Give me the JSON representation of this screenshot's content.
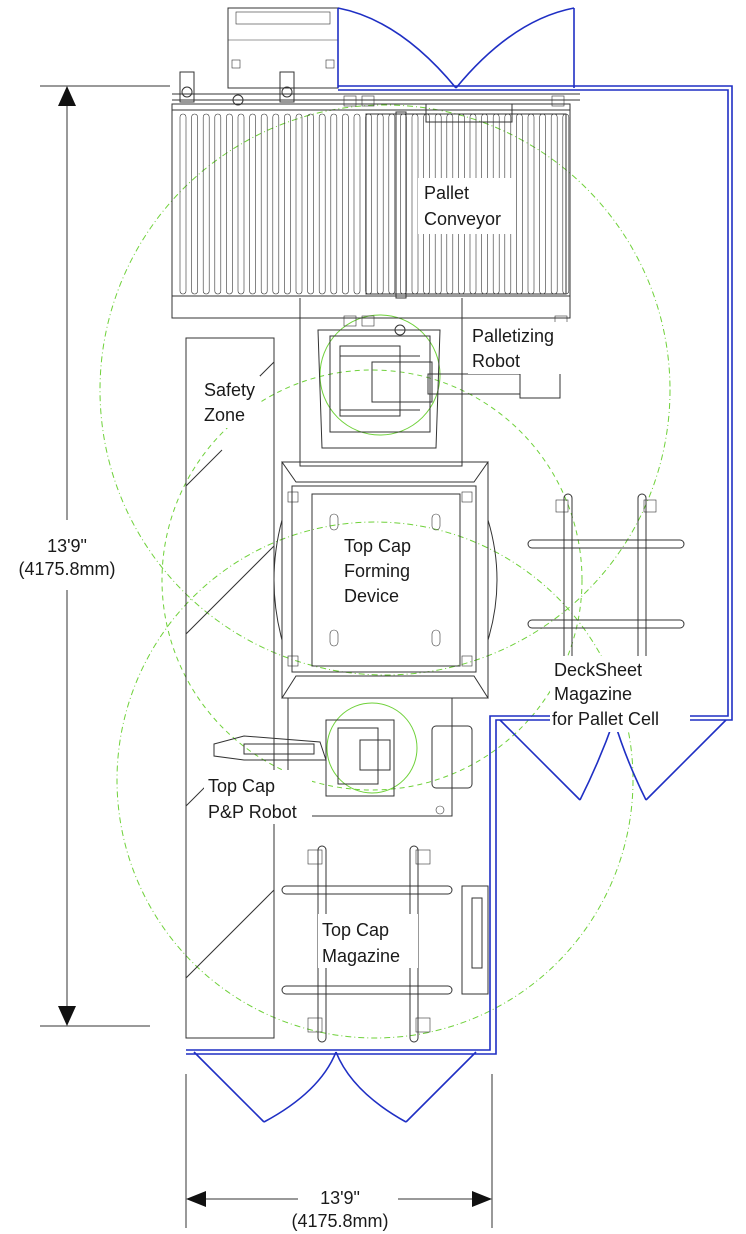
{
  "labels": {
    "pallet_conveyor": [
      "Pallet",
      "Conveyor"
    ],
    "palletizing_robot": [
      "Palletizing",
      "Robot"
    ],
    "safety_zone": [
      "Safety",
      "Zone"
    ],
    "top_cap_forming_device": [
      "Top Cap",
      "Forming",
      "Device"
    ],
    "decksheet_magazine": [
      "DeckSheet",
      "Magazine",
      "for Pallet Cell"
    ],
    "top_cap_pp_robot": [
      "Top Cap",
      "P&P Robot"
    ],
    "top_cap_magazine": [
      "Top Cap",
      "Magazine"
    ]
  },
  "dimensions": {
    "height": {
      "imperial": "13'9\"",
      "metric": "(4175.8mm)"
    },
    "width": {
      "imperial": "13'9\"",
      "metric": "(4175.8mm)"
    }
  },
  "colors": {
    "fence": "#1f2fc4",
    "safety_zone": "#6fd13a",
    "equipment": "#333333"
  }
}
